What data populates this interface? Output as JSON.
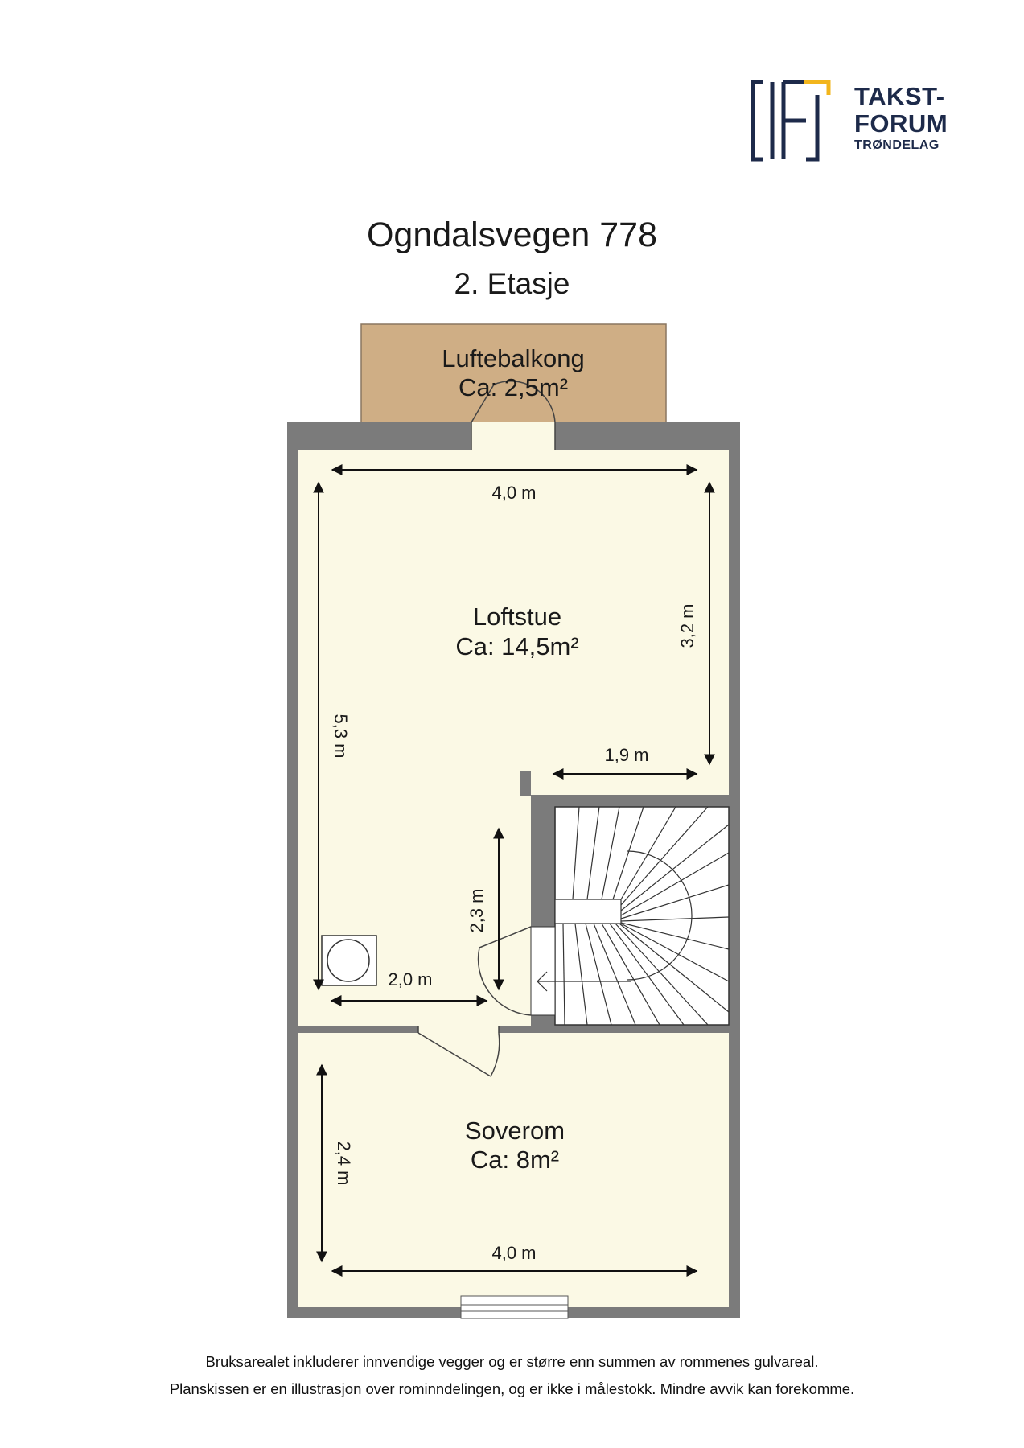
{
  "logo": {
    "line1": "TAKST-",
    "line2": "FORUM",
    "line3": "TRØNDELAG",
    "accent_color": "#f2b51c",
    "brand_color": "#1d2a4a"
  },
  "plan": {
    "address": "Ogndalsvegen 778",
    "floor": "2. Etasje",
    "rooms": [
      {
        "name": "Luftebalkong",
        "area": "Ca: 2,5m²",
        "fill": "#cfae85"
      },
      {
        "name": "Loftstue",
        "area": "Ca: 14,5m²",
        "fill": "#fbf9e5"
      },
      {
        "name": "Soverom",
        "area": "Ca: 8m²",
        "fill": "#fbf9e5"
      }
    ],
    "dimensions": {
      "loftstue_width": "4,0 m",
      "loftstue_right_height": "3,2 m",
      "loftstue_left_height": "5,3 m",
      "step_width": "1,9 m",
      "hall_height": "2,3 m",
      "hall_width": "2,0 m",
      "soverom_height": "2,4 m",
      "soverom_width": "4,0 m"
    },
    "wall_color": "#7b7b7b",
    "icons": [
      "stairs-icon",
      "chimney-icon"
    ]
  },
  "footer": {
    "line1": "Bruksarealet inkluderer innvendige vegger og er større enn summen av rommenes gulvareal.",
    "line2": "Planskissen er en illustrasjon over rominndelingen, og er ikke i målestokk. Mindre avvik kan forekomme."
  }
}
